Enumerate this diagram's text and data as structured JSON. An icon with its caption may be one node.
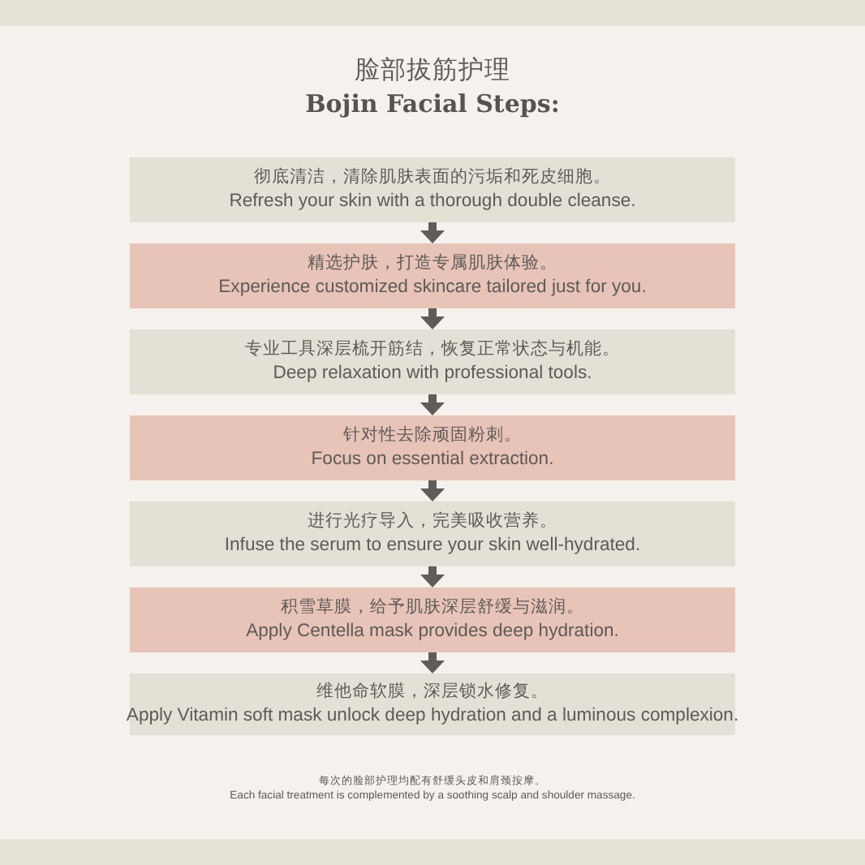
{
  "diagram": {
    "title": "脸部拔筋护理",
    "nodes": [
      {
        "text": [],
        "shape": "bar"
      },
      {
        "text": [
          "彻底清洁，清除肌肤表面的污垢和死皮细胞。",
          "Refresh your skin with a thorough double cleanse."
        ]
      },
      {
        "text": [
          "精选护肤，打造专属肌肤体验。",
          "Experience customized skincare tailored just for you."
        ]
      },
      {
        "text": [
          "专业工具深层梳开筋结，恢复正常状态与机能。",
          "Deep relaxation with professional tools."
        ]
      },
      {
        "text": [
          "针对性去除顽固粉刺。",
          "Focus on essential extraction."
        ]
      },
      {
        "text": [
          "进行光疗导入，完美吸收营养。",
          "Infuse the serum to ensure your skin well-hydrated."
        ]
      },
      {
        "text": [
          "积雪草膜，给予肌肤深层舒缓与滋润。",
          "Apply Centella mask provides deep hydration."
        ]
      },
      {
        "text": [
          "维他命软膜，深层锁水修复。",
          "Apply Vitamin soft mask unlock deep hydration and a luminous complexion."
        ]
      },
      {
        "text": [],
        "shape": "bar"
      }
    ],
    "edges": [
      {
        "from": 1,
        "to": 2,
        "arrow": "to"
      },
      {
        "from": 2,
        "to": 3,
        "arrow": "to"
      },
      {
        "from": 3,
        "to": 4,
        "arrow": "to"
      },
      {
        "from": 4,
        "to": 5,
        "arrow": "to"
      },
      {
        "from": 5,
        "to": 6,
        "arrow": "to"
      },
      {
        "from": 6,
        "to": 7,
        "arrow": "to"
      }
    ],
    "labels": [
      "Bojin Facial Steps:",
      "每次的脸部护理均配有舒缓头皮和肩颈按摩。",
      "Each facial treatment is complemented by a soothing scalp and shoulder massage."
    ]
  }
}
